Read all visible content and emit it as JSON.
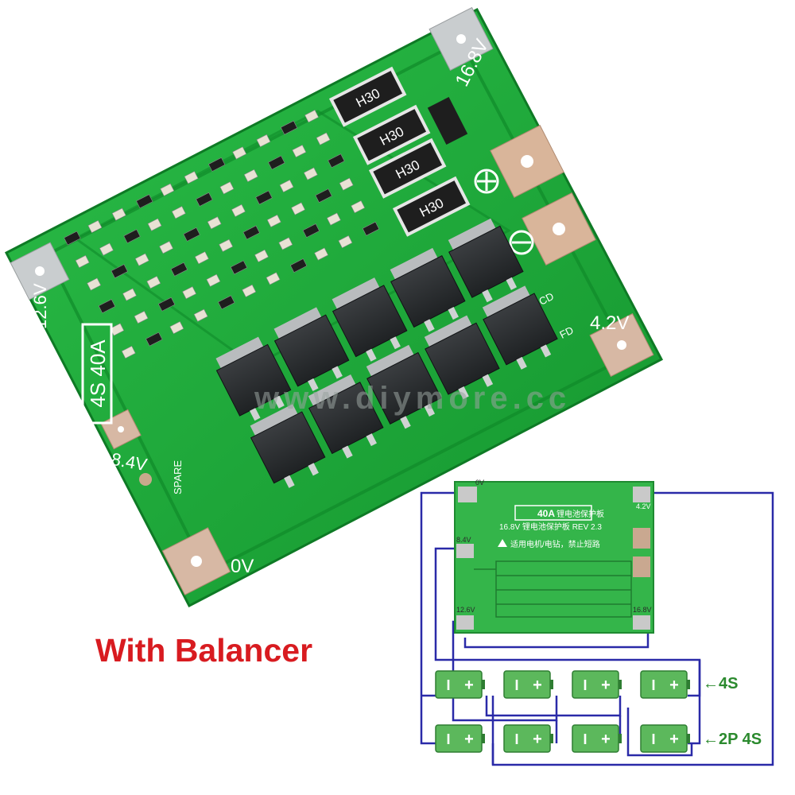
{
  "board": {
    "voltage_labels": {
      "v16_8": "16.8V",
      "v12_6": "12.6V",
      "v8_4": "8.4V",
      "v4_2": "4.2V",
      "v0": "0V"
    },
    "config_label": "4S 40A",
    "resistor_code": "H30",
    "spare_label": "SPARE",
    "cd_label": "CD",
    "fd_label": "FD",
    "watermark": "www.diymore.cc"
  },
  "caption": "With Balancer",
  "diagram": {
    "board_title": "40A",
    "board_title_cn": "锂电池保护板",
    "board_subtitle": "16.8V 锂电池保护板 REV 2.3",
    "board_warning": "适用电机/电钻，禁止短路",
    "pin_0v": "0V",
    "pin_4_2v": "4.2V",
    "pin_8_4v": "8.4V",
    "pin_12_6v": "12.6V",
    "pin_16_8v": "16.8V",
    "row_4s_label": "←4S",
    "row_2p4s_label": "←2P 4S",
    "cell_minus": "I",
    "cell_plus": "+",
    "wire_color": "#2a2aa8",
    "cell_color": "#5cb85c"
  },
  "colors": {
    "pcb_green": "#1eae3a",
    "pcb_dark": "#128a2a",
    "pad_copper": "#d9b59a",
    "mosfet": "#2a2d2f",
    "caption_red": "#d81b20"
  }
}
